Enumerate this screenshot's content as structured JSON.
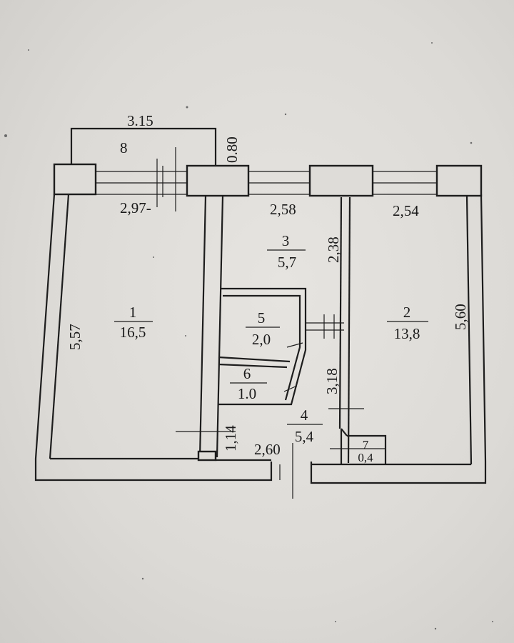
{
  "plan": {
    "dimensions": {
      "balcony_width": "3.15",
      "balcony_depth": "0.80",
      "room1_width": "2,97-",
      "room3_width": "2,58",
      "room2_width": "2,54",
      "room1_length": "5,57",
      "room2_length": "5,60",
      "room3_length": "2,38",
      "corridor_length": "3,18",
      "entry_depth": "1,14",
      "hall_width": "2,60"
    },
    "balcony": {
      "number": "8"
    },
    "rooms": [
      {
        "number": "1",
        "area": "16,5"
      },
      {
        "number": "2",
        "area": "13,8"
      },
      {
        "number": "3",
        "area": "5,7"
      },
      {
        "number": "4",
        "area": "5,4"
      },
      {
        "number": "5",
        "area": "2,0"
      },
      {
        "number": "6",
        "area": "1.0"
      },
      {
        "number": "7",
        "area": "0,4"
      }
    ]
  }
}
